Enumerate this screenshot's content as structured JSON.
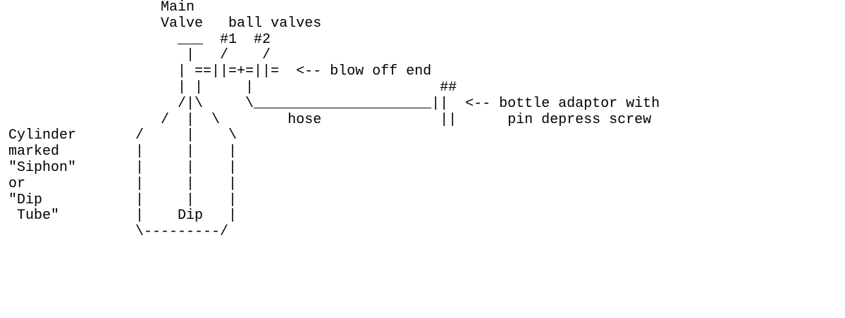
{
  "diagram": {
    "lines": [
      "                  Main",
      "                  Valve   ball valves",
      "                    ___  #1  #2",
      "                     |   /    /",
      "                    | ==||=+=||=  <-- blow off end",
      "                    | |     |                      ##",
      "                    /|\\     \\_____________________||  <-- bottle adaptor with",
      "                  /  |  \\        hose              ||      pin depress screw",
      "Cylinder       /     |    \\",
      "marked         |     |    |",
      "\"Siphon\"       |     |    |",
      "or             |     |    |",
      "\"Dip           |     |    |",
      " Tube\"         |    Dip   |",
      "               \\---------/"
    ]
  }
}
